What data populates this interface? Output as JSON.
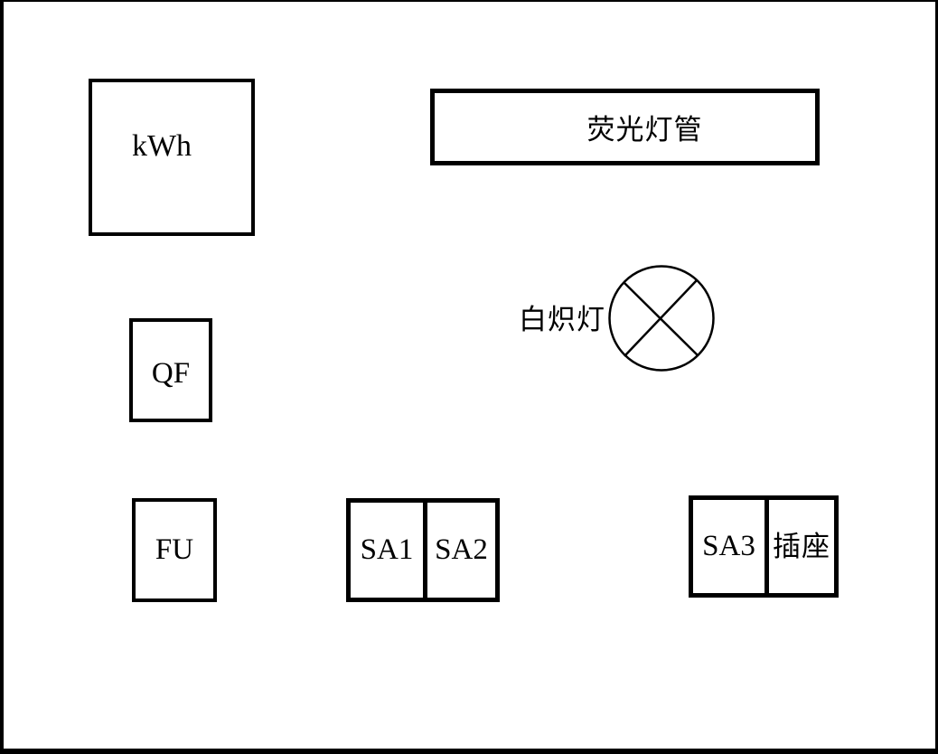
{
  "diagram": {
    "type": "electrical-layout",
    "colors": {
      "stroke": "#000000",
      "background": "#ffffff",
      "text": "#000000"
    },
    "components": {
      "kwh_meter": {
        "label": "kWh"
      },
      "fluorescent_tube": {
        "label": "荧光灯管"
      },
      "breaker_qf": {
        "label": "QF"
      },
      "incandescent_lamp": {
        "label": "白炽灯"
      },
      "fuse_fu": {
        "label": "FU"
      },
      "switch_sa1": {
        "label": "SA1"
      },
      "switch_sa2": {
        "label": "SA2"
      },
      "switch_sa3": {
        "label": "SA3"
      },
      "socket": {
        "label": "插座"
      }
    }
  }
}
